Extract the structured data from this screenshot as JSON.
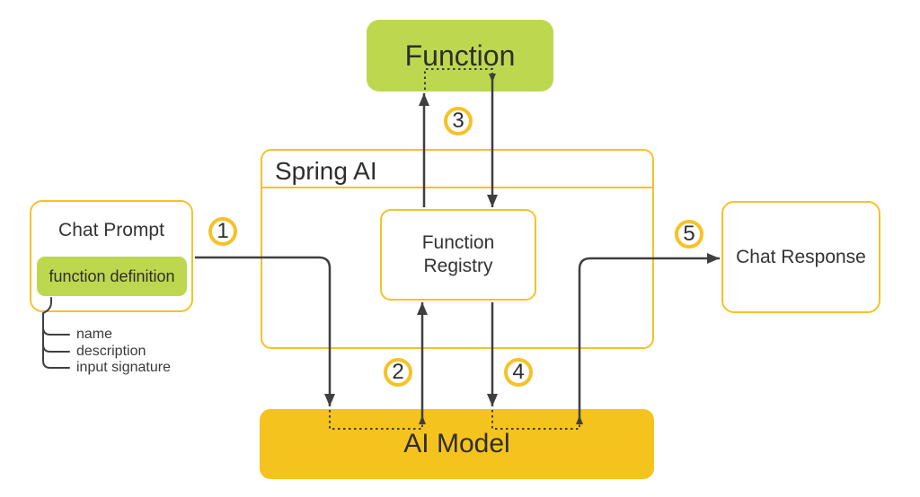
{
  "nodes": {
    "function": {
      "label": "Function"
    },
    "spring_ai": {
      "label": "Spring AI"
    },
    "function_registry": {
      "label": "Function Registry"
    },
    "chat_prompt": {
      "label": "Chat Prompt"
    },
    "function_definition": {
      "label": "function definition"
    },
    "chat_response": {
      "label": "Chat Response"
    },
    "ai_model": {
      "label": "AI Model"
    }
  },
  "annotations": {
    "items": [
      {
        "label": "name"
      },
      {
        "label": "description"
      },
      {
        "label": "input signature"
      }
    ]
  },
  "steps": [
    {
      "number": "1"
    },
    {
      "number": "2"
    },
    {
      "number": "3"
    },
    {
      "number": "4"
    },
    {
      "number": "5"
    }
  ],
  "colors": {
    "accent_yellow_border": "#F6C226",
    "gold_fill": "#F5C31D",
    "green_fill": "#BDD84E",
    "line_dark": "#3F3F3E",
    "text_dark": "#333333"
  }
}
